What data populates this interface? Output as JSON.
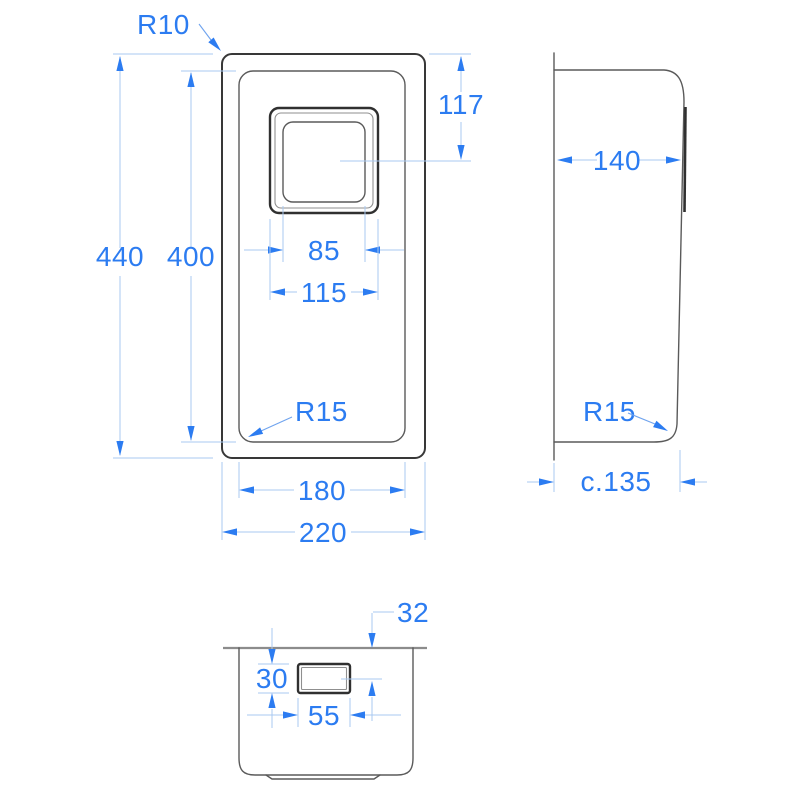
{
  "drawing": {
    "plan_view": {
      "corner_radius_top": "R10",
      "overall_length": "440",
      "bowl_length": "400",
      "waste_center_from_top": "117",
      "waste_hole_width": "85",
      "waste_flange_width": "115",
      "bowl_corner_radius": "R15",
      "bowl_width": "180",
      "overall_width": "220"
    },
    "side_view": {
      "depth": "140",
      "base_corner_radius": "R15",
      "underside_clearance": "c.135"
    },
    "front_section_view": {
      "overflow_center_from_rim": "32",
      "overflow_height": "30",
      "overflow_width": "55"
    },
    "colors": {
      "dimension_accent": "#2c7cf1",
      "extension_line": "#a9c8f0",
      "outline_dark": "#383838",
      "outline_gray": "#8c8c8c"
    }
  }
}
